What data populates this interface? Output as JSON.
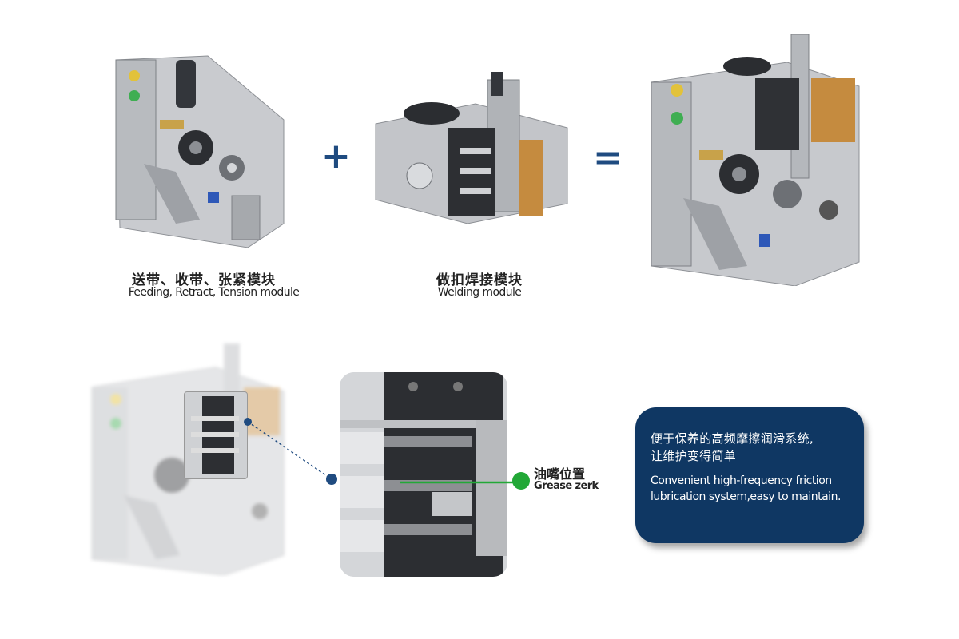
{
  "modules": {
    "feeding": {
      "label_cn": "送带、收带、张紧模块",
      "label_en": "Feeding, Retract, Tension module"
    },
    "welding": {
      "label_cn": "做扣焊接模块",
      "label_en": "Welding module"
    }
  },
  "operators": {
    "plus": "+",
    "equals": "="
  },
  "callout": {
    "label_cn": "油嘴位置",
    "label_en": "Grease zerk"
  },
  "info": {
    "cn_lines": [
      "便于保养的高频摩擦润滑系统,",
      "让维护变得简单"
    ],
    "en_lines": [
      "Convenient high-frequency friction",
      "lubrication system,easy to maintain."
    ]
  },
  "colors": {
    "accent_blue": "#1f4b80",
    "card_bg": "#0f3763",
    "green": "#22a837"
  }
}
